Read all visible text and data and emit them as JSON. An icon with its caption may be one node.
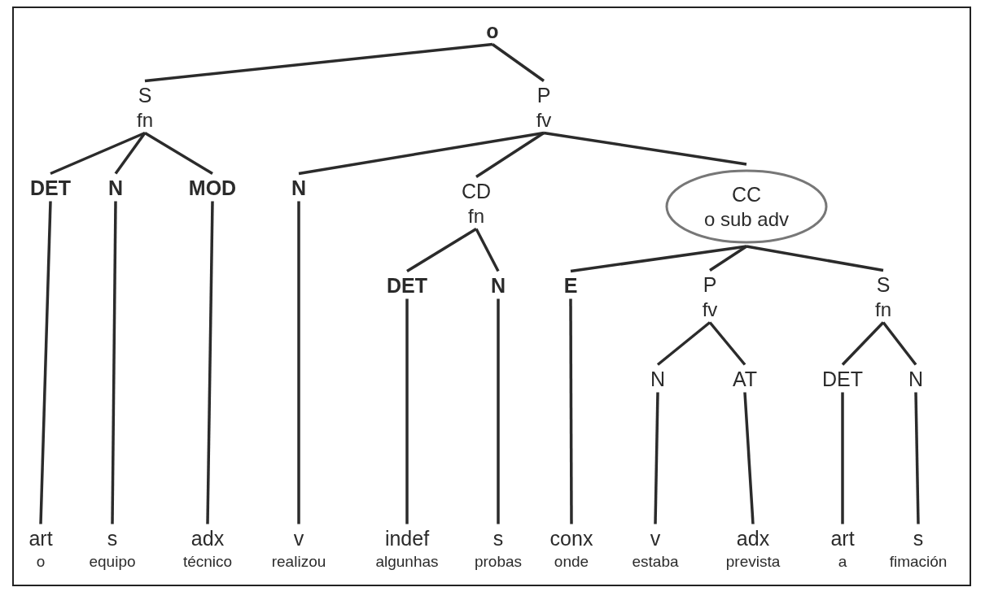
{
  "diagram": {
    "nodes": [
      {
        "text": [
          "o"
        ]
      },
      {
        "text": [
          "S",
          "fn"
        ]
      },
      {
        "text": [
          "P",
          "fv"
        ]
      },
      {
        "text": [
          "DET"
        ]
      },
      {
        "text": [
          "N"
        ]
      },
      {
        "text": [
          "MOD"
        ]
      },
      {
        "text": [
          "N"
        ]
      },
      {
        "text": [
          "CD",
          "fn"
        ]
      },
      {
        "text": [
          "CC",
          "o sub adv"
        ]
      },
      {
        "text": [
          "DET"
        ]
      },
      {
        "text": [
          "N"
        ]
      },
      {
        "text": [
          "E"
        ]
      },
      {
        "text": [
          "P",
          "fv"
        ]
      },
      {
        "text": [
          "S",
          "fn"
        ]
      },
      {
        "text": [
          "N"
        ]
      },
      {
        "text": [
          "AT"
        ]
      },
      {
        "text": [
          "DET"
        ]
      },
      {
        "text": [
          "N"
        ]
      },
      {
        "text": [
          "art",
          "o"
        ]
      },
      {
        "text": [
          "s",
          "equipo"
        ]
      },
      {
        "text": [
          "adx",
          "técnico"
        ]
      },
      {
        "text": [
          "v",
          "realizou"
        ]
      },
      {
        "text": [
          "indef",
          "algunhas"
        ]
      },
      {
        "text": [
          "s",
          "probas"
        ]
      },
      {
        "text": [
          "conx",
          "onde"
        ]
      },
      {
        "text": [
          "v",
          "estaba"
        ]
      },
      {
        "text": [
          "adx",
          "prevista"
        ]
      },
      {
        "text": [
          "art",
          "a"
        ]
      },
      {
        "text": [
          "s",
          "fimación"
        ]
      }
    ],
    "edges": [
      {
        "from": 0,
        "to": 1,
        "arrow": "none"
      },
      {
        "from": 0,
        "to": 2,
        "arrow": "none"
      },
      {
        "from": 1,
        "to": 3,
        "arrow": "none"
      },
      {
        "from": 1,
        "to": 4,
        "arrow": "none"
      },
      {
        "from": 1,
        "to": 5,
        "arrow": "none"
      },
      {
        "from": 2,
        "to": 6,
        "arrow": "none"
      },
      {
        "from": 2,
        "to": 7,
        "arrow": "none"
      },
      {
        "from": 2,
        "to": 8,
        "arrow": "none"
      },
      {
        "from": 7,
        "to": 9,
        "arrow": "none"
      },
      {
        "from": 7,
        "to": 10,
        "arrow": "none"
      },
      {
        "from": 8,
        "to": 11,
        "arrow": "none"
      },
      {
        "from": 8,
        "to": 12,
        "arrow": "none"
      },
      {
        "from": 8,
        "to": 13,
        "arrow": "none"
      },
      {
        "from": 12,
        "to": 14,
        "arrow": "none"
      },
      {
        "from": 12,
        "to": 15,
        "arrow": "none"
      },
      {
        "from": 13,
        "to": 16,
        "arrow": "none"
      },
      {
        "from": 13,
        "to": 17,
        "arrow": "none"
      },
      {
        "from": 3,
        "to": 18,
        "arrow": "none"
      },
      {
        "from": 4,
        "to": 19,
        "arrow": "none"
      },
      {
        "from": 5,
        "to": 20,
        "arrow": "none"
      },
      {
        "from": 6,
        "to": 21,
        "arrow": "none"
      },
      {
        "from": 9,
        "to": 22,
        "arrow": "none"
      },
      {
        "from": 10,
        "to": 23,
        "arrow": "none"
      },
      {
        "from": 11,
        "to": 24,
        "arrow": "none"
      },
      {
        "from": 14,
        "to": 25,
        "arrow": "none"
      },
      {
        "from": 15,
        "to": 26,
        "arrow": "none"
      },
      {
        "from": 16,
        "to": 27,
        "arrow": "none"
      },
      {
        "from": 17,
        "to": 28,
        "arrow": "none"
      }
    ]
  }
}
